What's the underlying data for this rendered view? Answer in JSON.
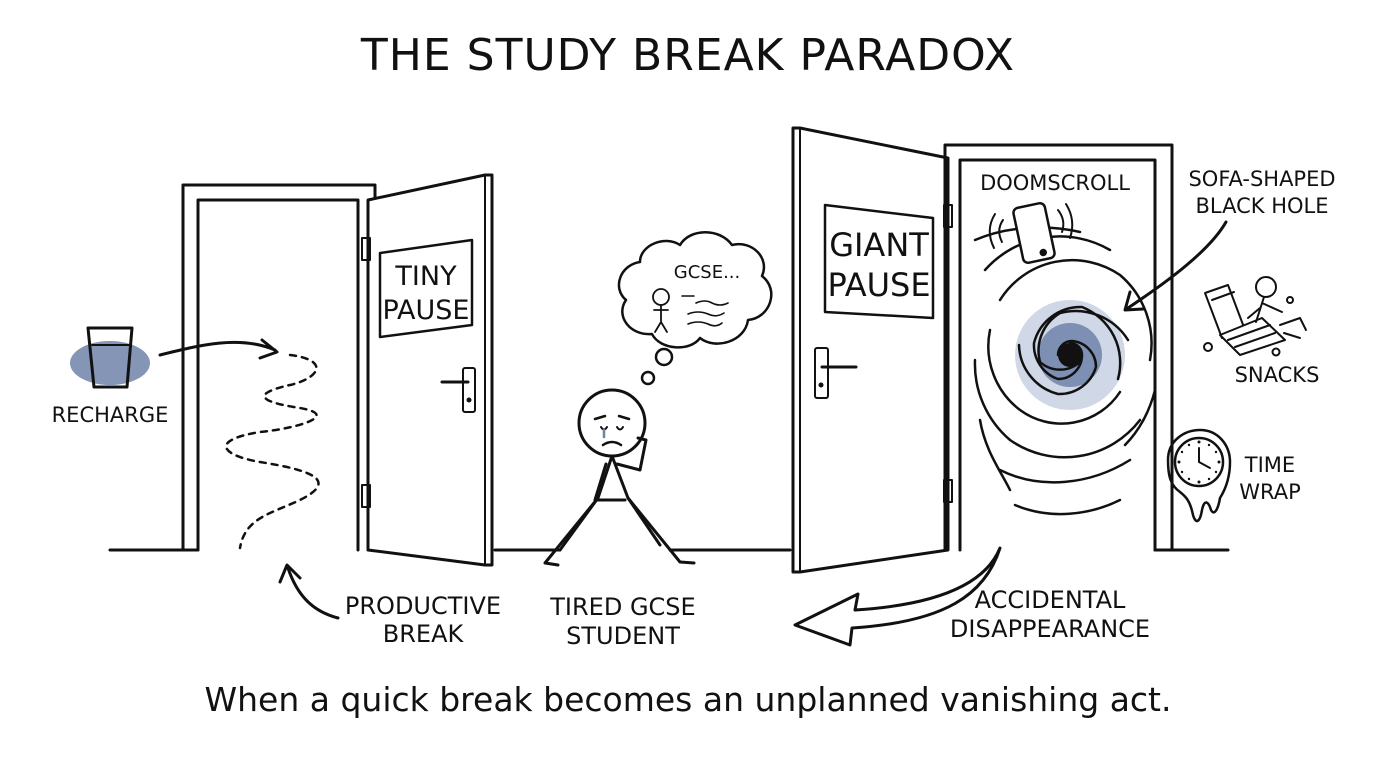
{
  "title": "THE STUDY BREAK PARADOX",
  "caption": "When a quick break becomes an unplanned vanishing act.",
  "left_door": {
    "sign": [
      "TINY",
      "PAUSE"
    ],
    "recharge_label": "RECHARGE",
    "path_label": [
      "PRODUCTIVE",
      "BREAK"
    ]
  },
  "student": {
    "thought": "GCSE...",
    "label": [
      "TIRED GCSE",
      "STUDENT"
    ]
  },
  "right_door": {
    "sign": [
      "GIANT",
      "PAUSE"
    ],
    "doomscroll_label": "DOOMSCROLL",
    "black_hole_label": [
      "SOFA-SHAPED",
      "BLACK HOLE"
    ],
    "snacks_label": "SNACKS",
    "time_label": [
      "TIME",
      "WRAP"
    ],
    "exit_label": [
      "ACCIDENTAL",
      "DISAPPEARANCE"
    ]
  },
  "colors": {
    "ink": "#111111",
    "accent": "#6f82a8",
    "accent_light": "#a9b7d1"
  }
}
